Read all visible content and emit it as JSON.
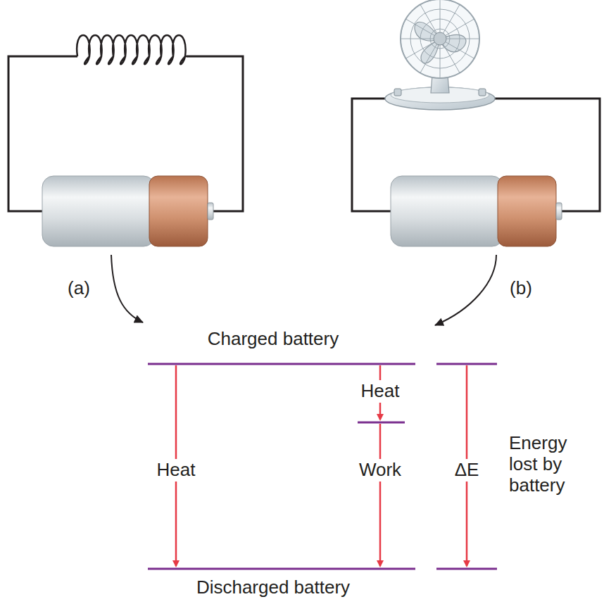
{
  "diagram": {
    "labels": [
      "(a)",
      "(b)",
      "Charged battery",
      "Heat",
      "Heat",
      "Work",
      "ΔE",
      "Energy lost by battery",
      "Discharged battery"
    ]
  }
}
